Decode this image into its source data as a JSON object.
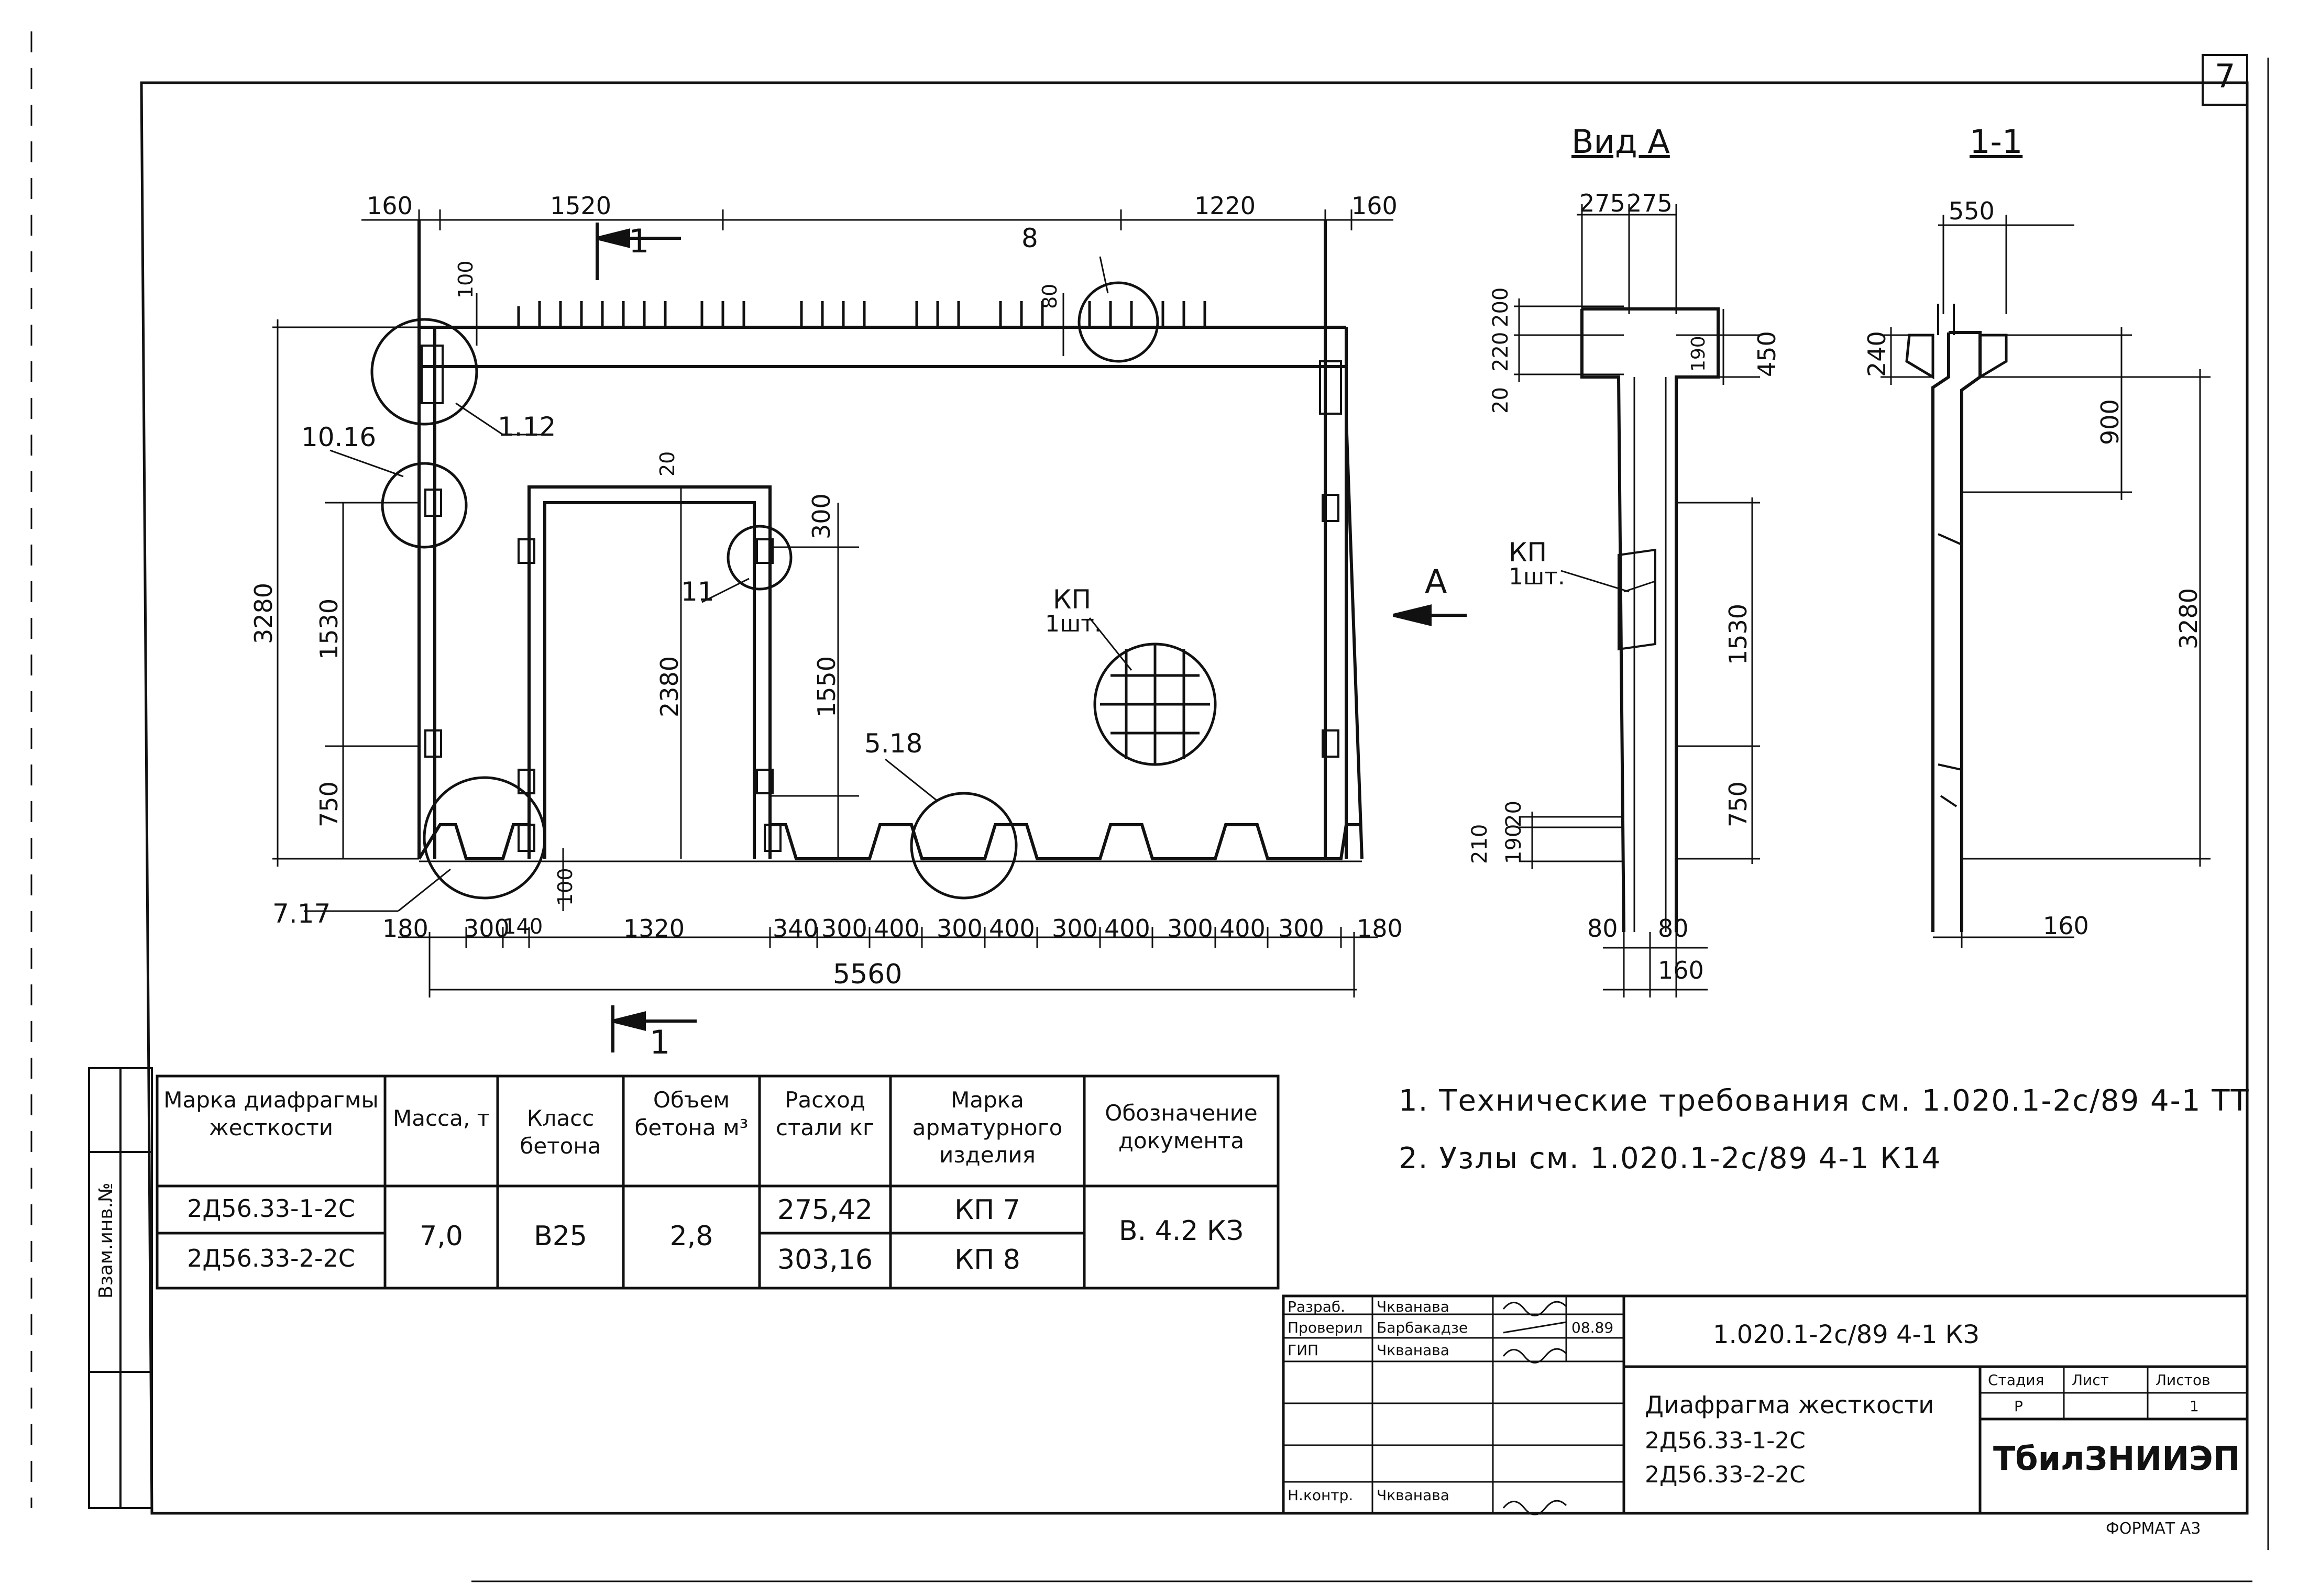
{
  "sheet": {
    "number": "7",
    "format": "ФОРМАТ А3"
  },
  "views": {
    "main_section_mark": "1",
    "view_a_title": "Вид А",
    "section_title": "1-1",
    "arrow_a_label": "А"
  },
  "main_dims": {
    "top": [
      "160",
      "1520",
      "1220",
      "160"
    ],
    "bottom": [
      "180",
      "300",
      "140",
      "1320",
      "340",
      "300",
      "400",
      "300",
      "400",
      "300",
      "400",
      "300",
      "400",
      "300",
      "180"
    ],
    "overall_width": "5560",
    "height_total": "3280",
    "h_1530": "1530",
    "h_750": "750",
    "h_2380": "2380",
    "h_1550": "1550",
    "h_300": "300",
    "h_100_top": "100",
    "h_80": "80",
    "h_20": "20",
    "h_100_bottom": "100"
  },
  "callouts": {
    "c_8": "8",
    "c_1_12": "1.12",
    "c_10_16": "10.16",
    "c_11": "11",
    "c_5_18": "5.18",
    "c_7_17": "7.17",
    "kp_label": "КП",
    "kp_qty": "1шт."
  },
  "view_a_dims": {
    "top_a": "275",
    "top_b": "275",
    "d_200": "200",
    "d_220": "220",
    "d_20_top": "20",
    "d_190_top": "190",
    "d_450": "450",
    "d_1530": "1530",
    "d_750": "750",
    "d_210": "210",
    "d_20_bot": "20",
    "d_190_bot": "190",
    "d_80_left": "80",
    "d_80_right": "80",
    "d_160": "160",
    "kp_label": "КП",
    "kp_qty": "1шт."
  },
  "section_dims": {
    "d_550": "550",
    "d_240": "240",
    "d_900": "900",
    "d_3280": "3280",
    "d_160": "160"
  },
  "spec_table": {
    "headers": [
      "Марка диафрагмы жесткости",
      "Масса, т",
      "Класс бетона",
      "Объем бетона м³",
      "Расход стали кг",
      "Марка арматурного изделия",
      "Обозначение документа"
    ],
    "rows": [
      {
        "mark": "2Д56.33-1-2С",
        "steel": "275,42",
        "product": "КП 7"
      },
      {
        "mark": "2Д56.33-2-2С",
        "steel": "303,16",
        "product": "КП 8"
      }
    ],
    "mass": "7,0",
    "concrete_class": "В25",
    "volume": "2,8",
    "document": "В. 4.2 КЗ"
  },
  "notes": [
    "1. Технические требования см. 1.020.1-2с/89 4-1 ТТ",
    "2. Узлы см. 1.020.1-2с/89 4-1 К14"
  ],
  "side_strip": "Взам.инв.№",
  "title_block": {
    "roles": [
      "Разраб.",
      "Проверил",
      "ГИП",
      "Н.контр."
    ],
    "names": [
      "Чкванава",
      "Барбакадзе",
      "Чкванава",
      "Чкванава"
    ],
    "date": "08.89",
    "doc_code": "1.020.1-2с/89 4-1 КЗ",
    "product_title": "Диафрагма жесткости",
    "product_mark_1": "2Д56.33-1-2С",
    "product_mark_2": "2Д56.33-2-2С",
    "stage_label": "Стадия",
    "sheet_label": "Лист",
    "sheets_label": "Листов",
    "stage": "Р",
    "sheets": "1",
    "org": "ТбилЗНИИЭП"
  }
}
